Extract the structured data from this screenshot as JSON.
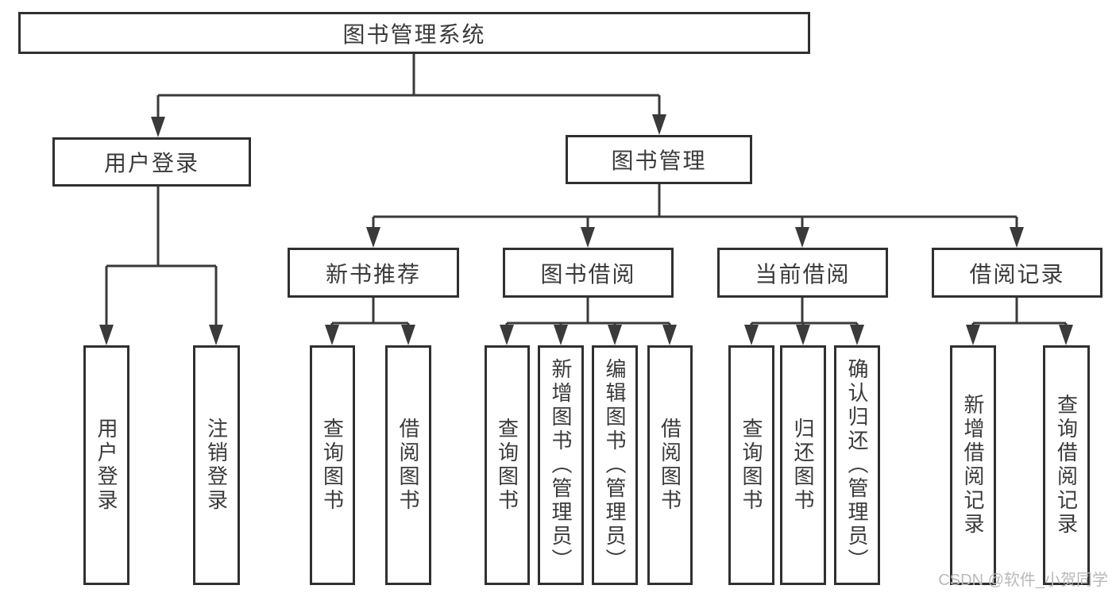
{
  "colors": {
    "background": "#ffffff",
    "line": "#3a3a3a",
    "box_border": "#303030",
    "text": "#3a3a3a",
    "watermark": "#b9b9b9"
  },
  "diagram": {
    "root": {
      "label": "图书管理系统"
    },
    "branches": [
      {
        "label": "用户登录",
        "children": [
          {
            "label": "用户登录"
          },
          {
            "label": "注销登录"
          }
        ]
      },
      {
        "label": "图书管理",
        "children": [
          {
            "label": "新书推荐",
            "children": [
              {
                "label": "查询图书"
              },
              {
                "label": "借阅图书"
              }
            ]
          },
          {
            "label": "图书借阅",
            "children": [
              {
                "label": "查询图书"
              },
              {
                "label": "新增图书（管理员）"
              },
              {
                "label": "编辑图书（管理员）"
              },
              {
                "label": "借阅图书"
              }
            ]
          },
          {
            "label": "当前借阅",
            "children": [
              {
                "label": "查询图书"
              },
              {
                "label": "归还图书"
              },
              {
                "label": "确认归还（管理员）"
              }
            ]
          },
          {
            "label": "借阅记录",
            "children": [
              {
                "label": "新增借阅记录"
              },
              {
                "label": "查询借阅记录"
              }
            ]
          }
        ]
      }
    ]
  },
  "watermark": {
    "text": "CSDN @软件_小贺同学"
  }
}
